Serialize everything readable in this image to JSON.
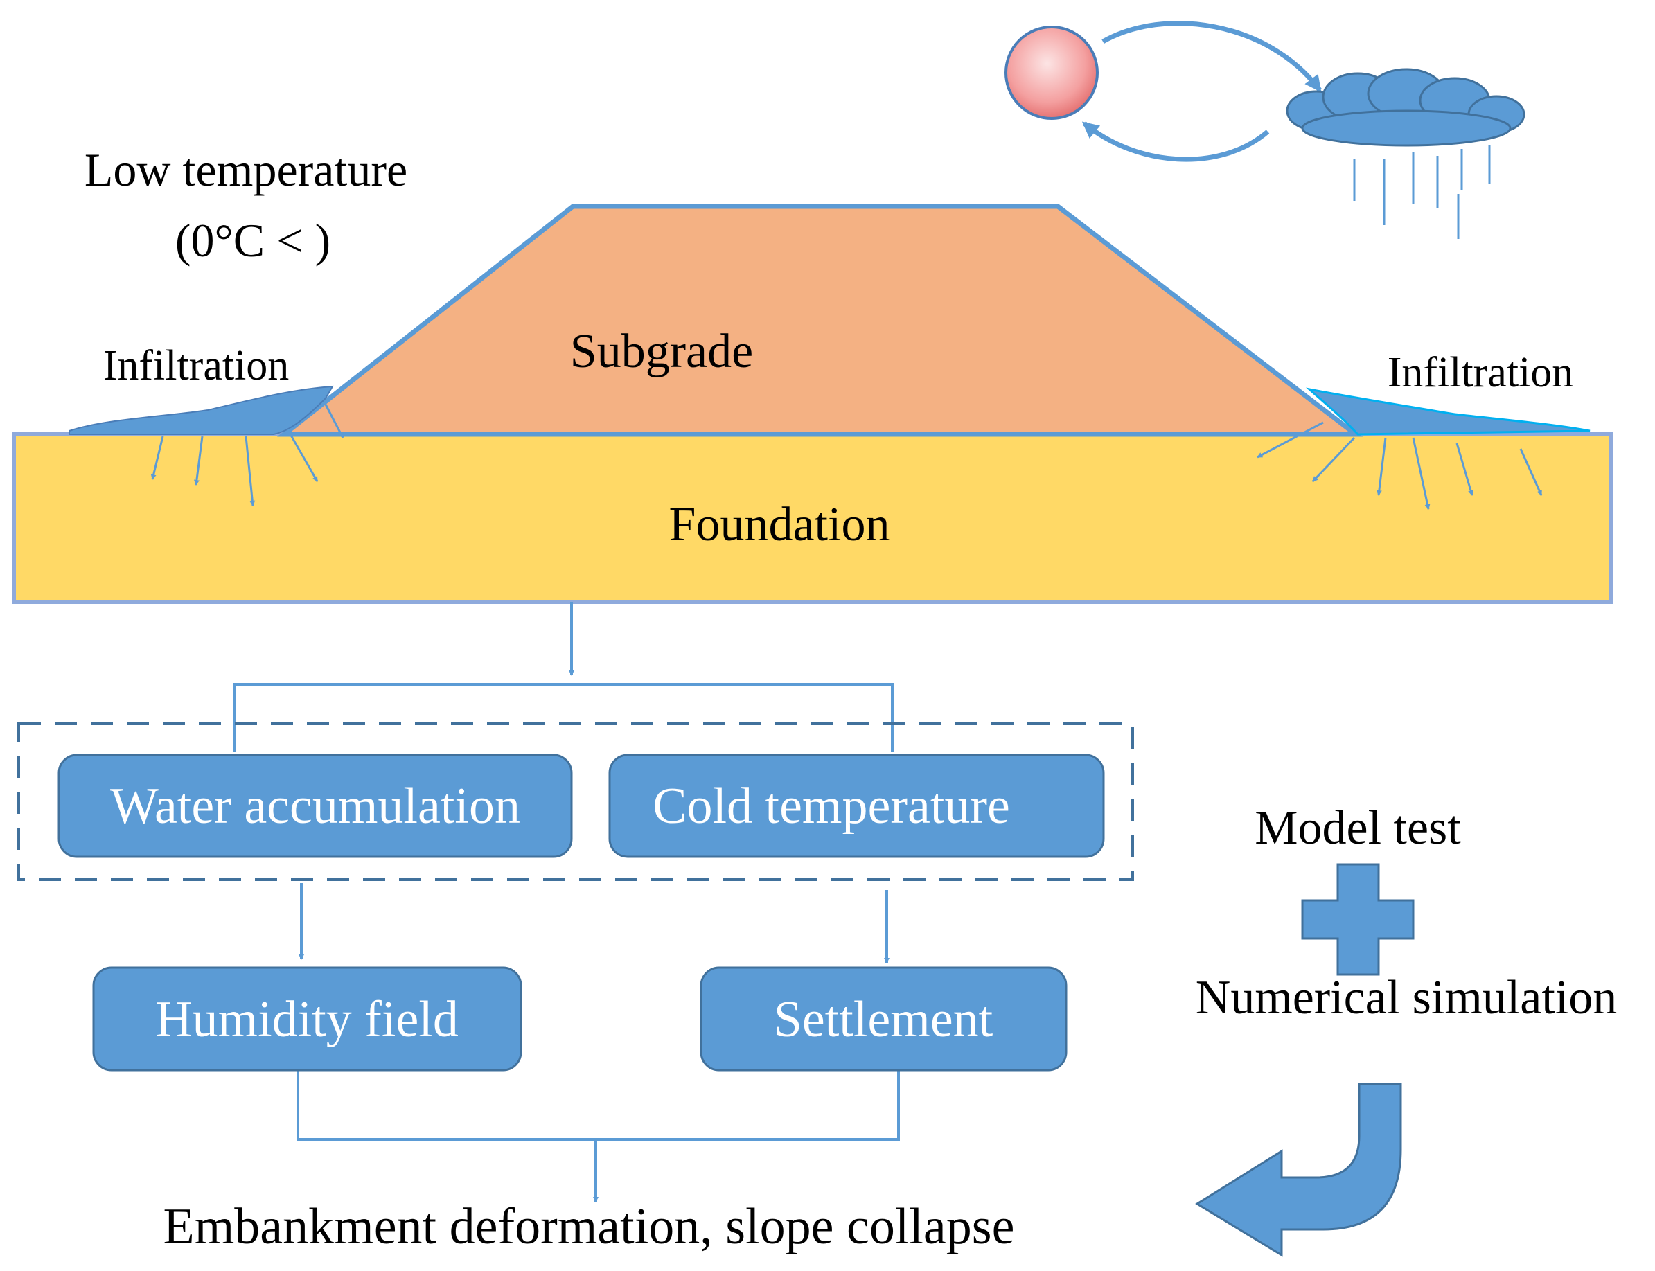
{
  "labels": {
    "low_temperature": "Low temperature",
    "temperature_condition": "(0°C < )",
    "subgrade": "Subgrade",
    "foundation": "Foundation",
    "infiltration_left": "Infiltration",
    "infiltration_right": "Infiltration",
    "model_test": "Model test",
    "numerical_simulation": "Numerical simulation",
    "result": "Embankment deformation, slope collapse"
  },
  "boxes": {
    "water_accumulation": "Water accumulation",
    "cold_temperature": "Cold temperature",
    "humidity_field": "Humidity field",
    "settlement": "Settlement"
  },
  "colors": {
    "subgrade_fill": "#F4B183",
    "foundation_fill": "#FFD966",
    "outline": "#5B9BD5",
    "box_fill": "#5B9BD5",
    "box_stroke": "#41719C",
    "water": "#5B9BD5",
    "sun": "#F4A0A0",
    "cloud": "#5B9BD5",
    "text": "#000000",
    "box_text": "#ffffff"
  }
}
